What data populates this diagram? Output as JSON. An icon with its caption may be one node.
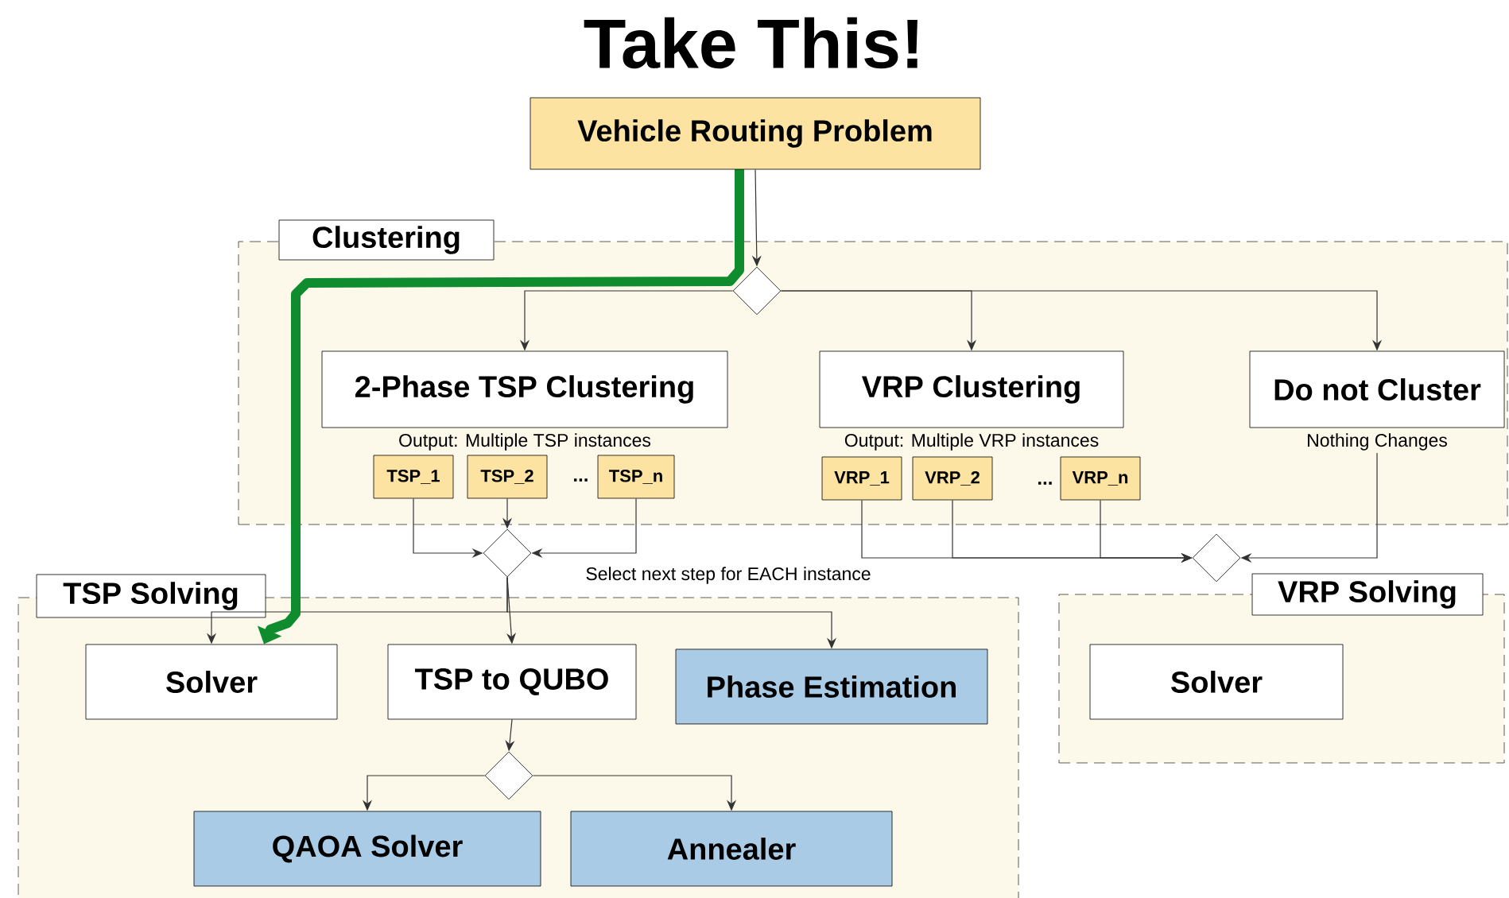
{
  "diagram": {
    "title": "Take This!",
    "nodes": [
      {
        "text": [
          "Vehicle Routing Problem"
        ]
      },
      {
        "text": [
          "Clustering"
        ]
      },
      {
        "text": [],
        "shape": "diamond",
        "in": 1
      },
      {
        "text": [
          "2-Phase TSP Clustering"
        ],
        "beside": [
          "Output: Multiple TSP instances"
        ],
        "in": 1
      },
      {
        "text": [
          "VRP Clustering"
        ],
        "beside": [
          "Output: Multiple VRP instances"
        ],
        "in": 1
      },
      {
        "text": [
          "Do not Cluster"
        ],
        "beside": [
          "Nothing Changes"
        ],
        "in": 1
      },
      {
        "text": [
          "TSP_1"
        ],
        "in": 1
      },
      {
        "text": [
          "TSP_2"
        ],
        "in": 1
      },
      {
        "text": [
          "TSP_n"
        ],
        "in": 1
      },
      {
        "text": [
          "VRP_1"
        ],
        "in": 1
      },
      {
        "text": [
          "VRP_2"
        ],
        "in": 1
      },
      {
        "text": [
          "VRP_n"
        ],
        "in": 1
      },
      {
        "text": [],
        "shape": "diamond"
      },
      {
        "text": [],
        "shape": "diamond"
      },
      {
        "text": [
          "TSP Solving"
        ]
      },
      {
        "text": [
          "Solver"
        ],
        "in": 14
      },
      {
        "text": [
          "TSP to QUBO"
        ],
        "in": 14
      },
      {
        "text": [
          "Phase Estimation"
        ],
        "in": 14
      },
      {
        "text": [],
        "shape": "diamond",
        "in": 14
      },
      {
        "text": [
          "QAOA Solver"
        ],
        "in": 14
      },
      {
        "text": [
          "Annealer"
        ],
        "in": 14
      },
      {
        "text": [
          "VRP Solving"
        ]
      },
      {
        "text": [
          "Solver"
        ],
        "in": 21
      }
    ],
    "edges": [
      {
        "from": 0,
        "to": 2,
        "arrow": "to"
      },
      {
        "from": 2,
        "to": 3,
        "arrow": "to"
      },
      {
        "from": 2,
        "to": 4,
        "arrow": "to"
      },
      {
        "from": 2,
        "to": 5,
        "arrow": "to"
      },
      {
        "from": 6,
        "to": 12,
        "arrow": "to"
      },
      {
        "from": 7,
        "to": 12,
        "arrow": "to"
      },
      {
        "from": 8,
        "to": 12,
        "arrow": "to"
      },
      {
        "from": 9,
        "to": 13,
        "arrow": "to"
      },
      {
        "from": 10,
        "to": 13,
        "arrow": "to"
      },
      {
        "from": 11,
        "to": 13,
        "arrow": "to"
      },
      {
        "from": 5,
        "to": 13,
        "arrow": "to"
      },
      {
        "from": 12,
        "to": 15,
        "arrow": "to"
      },
      {
        "from": 12,
        "to": 16,
        "arrow": "to"
      },
      {
        "from": 12,
        "to": 17,
        "arrow": "to"
      },
      {
        "from": 16,
        "to": 18,
        "arrow": "to"
      },
      {
        "from": 18,
        "to": 19,
        "arrow": "to"
      },
      {
        "from": 18,
        "to": 20,
        "arrow": "to"
      },
      {
        "from": 0,
        "to": 15,
        "arrow": "to",
        "style": "thick",
        "color": "#0e8c2e"
      }
    ],
    "labels": [
      "...",
      "...",
      "Select next step for EACH instance"
    ]
  }
}
